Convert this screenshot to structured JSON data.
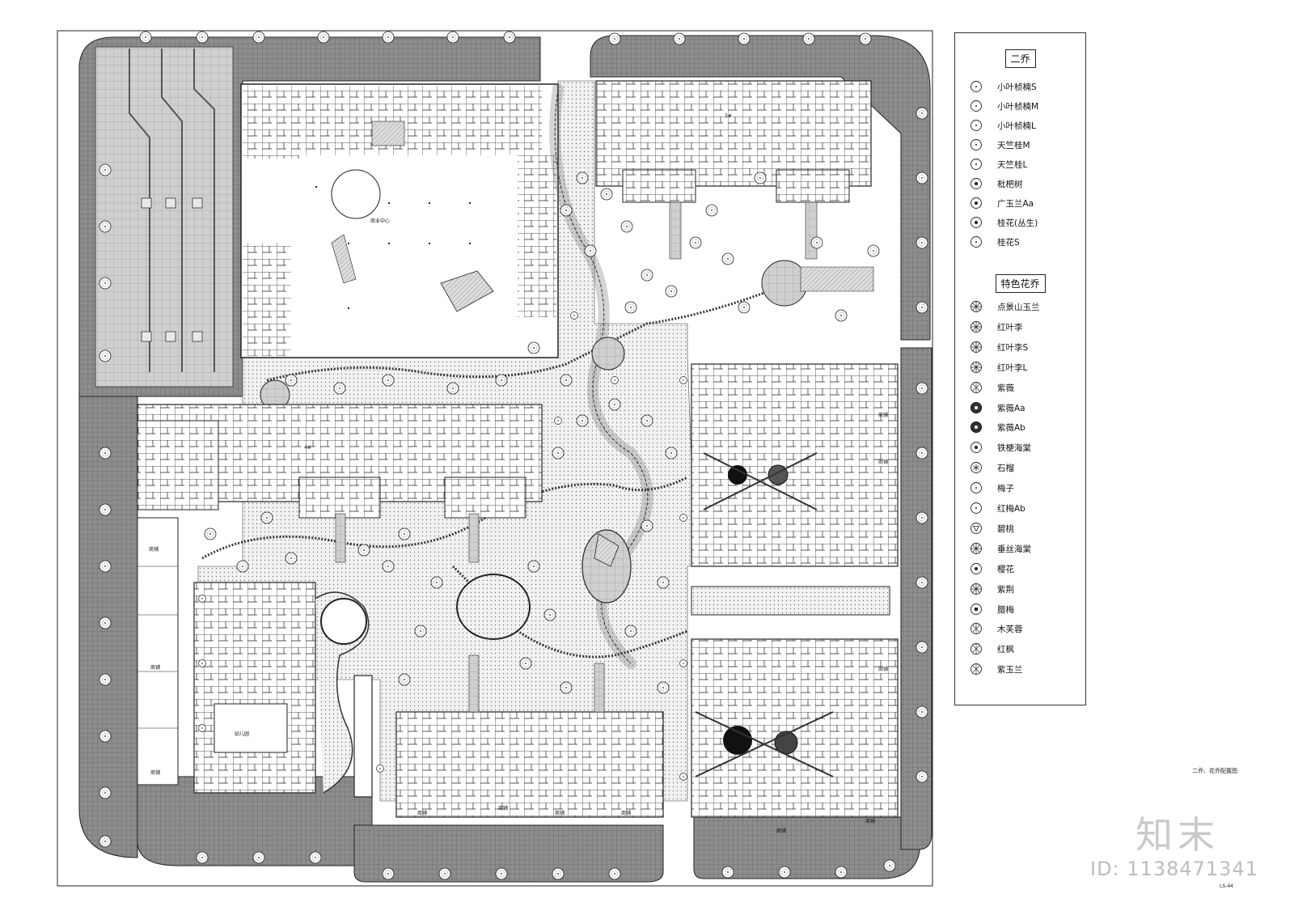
{
  "site_labels": {
    "commercial_center": "商业中心",
    "building_3": "3#",
    "building_4": "4#",
    "shop": "商铺",
    "kindergarten": "幼儿园"
  },
  "legend": {
    "section1_title": "二乔",
    "section1_items": [
      {
        "label": "小叶桢楠S",
        "icon": "small-circle-s-icon"
      },
      {
        "label": "小叶桢楠M",
        "icon": "small-circle-m-icon"
      },
      {
        "label": "小叶桢楠L",
        "icon": "small-circle-l-icon"
      },
      {
        "label": "天竺桂M",
        "icon": "circle-m-icon"
      },
      {
        "label": "天竺桂L",
        "icon": "circle-l-icon"
      },
      {
        "label": "枇杷树",
        "icon": "dotted-circle-icon"
      },
      {
        "label": "广玉兰Aa",
        "icon": "spiky-circle-icon"
      },
      {
        "label": "桂花(丛生)",
        "icon": "cluster-circle-icon"
      },
      {
        "label": "桂花S",
        "icon": "circle-s-icon"
      }
    ],
    "section2_title": "特色花乔",
    "section2_items": [
      {
        "label": "点景山玉兰",
        "icon": "radial-tree-icon"
      },
      {
        "label": "红叶李",
        "icon": "star-tree-icon"
      },
      {
        "label": "红叶李S",
        "icon": "star-tree-s-icon"
      },
      {
        "label": "红叶李L",
        "icon": "star-tree-l-icon"
      },
      {
        "label": "紫薇",
        "icon": "hatched-tree-icon"
      },
      {
        "label": "紫薇Aa",
        "icon": "dark-tree-icon"
      },
      {
        "label": "紫薇Ab",
        "icon": "dark-tree-ab-icon"
      },
      {
        "label": "铁梗海棠",
        "icon": "serrated-circle-icon"
      },
      {
        "label": "石榴",
        "icon": "asterisk-icon"
      },
      {
        "label": "梅子",
        "icon": "circle-aa-icon"
      },
      {
        "label": "红梅Ab",
        "icon": "circle-ab-icon"
      },
      {
        "label": "碧桃",
        "icon": "triangle-icon"
      },
      {
        "label": "垂丝海棠",
        "icon": "sunburst-icon"
      },
      {
        "label": "樱花",
        "icon": "dot-circle-icon"
      },
      {
        "label": "紫荆",
        "icon": "radial-dot-icon"
      },
      {
        "label": "腊梅",
        "icon": "square-dot-icon"
      },
      {
        "label": "木芙蓉",
        "icon": "swirl-tree-icon"
      },
      {
        "label": "红枫",
        "icon": "leaf-tree-icon"
      },
      {
        "label": "紫玉兰",
        "icon": "petal-tree-icon"
      }
    ]
  },
  "caption": "二乔、花乔配置图",
  "sheet_no": "LS-44",
  "brand": "知末",
  "id_text": "ID: 1138471341"
}
